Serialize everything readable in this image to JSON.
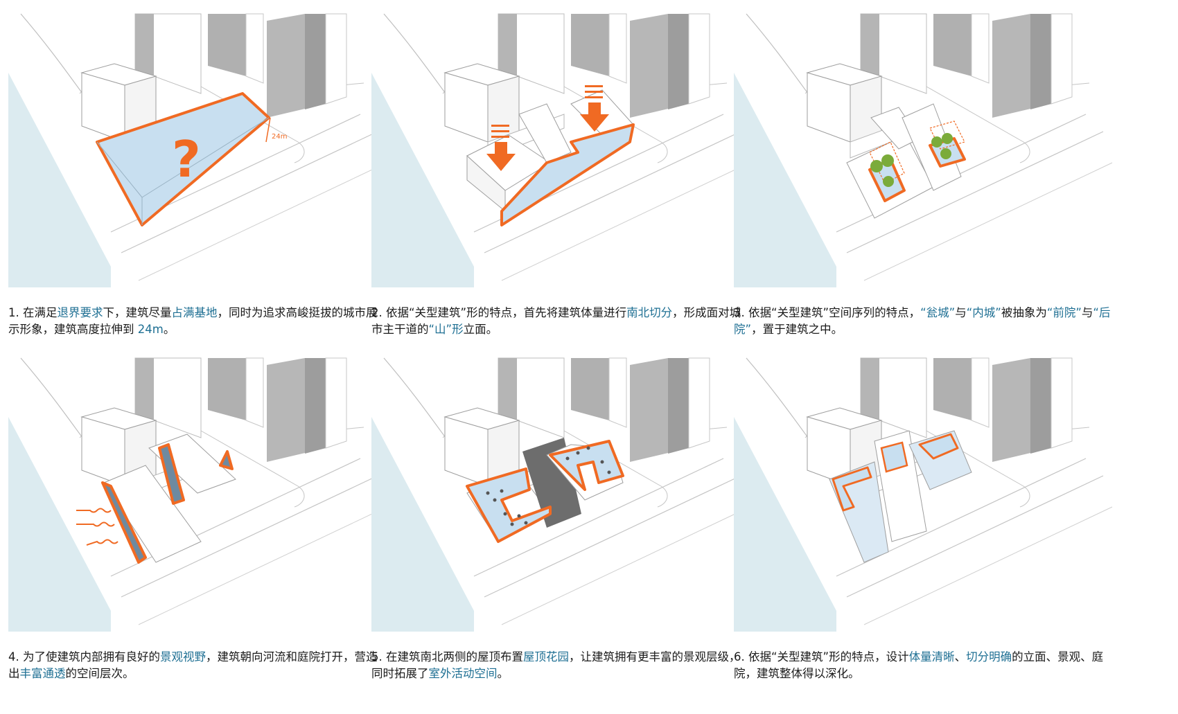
{
  "colors": {
    "accent": "#f06a23",
    "highlight_text": "#1e6f93",
    "river": "#dcebf0",
    "volume": "#c8dff0",
    "tower": "#aaaaaa",
    "tree": "#7bab3a"
  },
  "panels": [
    {
      "marks": {
        "question": "?",
        "height": "24m"
      },
      "caption": [
        {
          "t": "1. 在满足",
          "h": false
        },
        {
          "t": "退界要求",
          "h": true
        },
        {
          "t": "下，建筑尽量",
          "h": false
        },
        {
          "t": "占满基地",
          "h": true
        },
        {
          "t": "，同时为追求高峻挺拔的城市展示形象，建筑高度拉伸到 ",
          "h": false
        },
        {
          "t": "24m",
          "h": true
        },
        {
          "t": "。",
          "h": false
        }
      ]
    },
    {
      "caption": [
        {
          "t": "2. 依据“关型建筑”形的特点，首先将建筑体量进行",
          "h": false
        },
        {
          "t": "南北切分",
          "h": true
        },
        {
          "t": "，形成面对城市主干道的",
          "h": false
        },
        {
          "t": "“山”形",
          "h": true
        },
        {
          "t": "立面。",
          "h": false
        }
      ]
    },
    {
      "caption": [
        {
          "t": "3. 依据“关型建筑”空间序列的特点，",
          "h": false
        },
        {
          "t": "“瓮城”",
          "h": true
        },
        {
          "t": "与",
          "h": false
        },
        {
          "t": "“内城”",
          "h": true
        },
        {
          "t": "被抽象为",
          "h": false
        },
        {
          "t": "“前院”",
          "h": true
        },
        {
          "t": "与",
          "h": false
        },
        {
          "t": "“后院”",
          "h": true
        },
        {
          "t": "，置于建筑之中。",
          "h": false
        }
      ]
    },
    {
      "caption": [
        {
          "t": "4. 为了使建筑内部拥有良好的",
          "h": false
        },
        {
          "t": "景观视野",
          "h": true
        },
        {
          "t": "，建筑朝向河流和庭院打开，营造出",
          "h": false
        },
        {
          "t": "丰富通透",
          "h": true
        },
        {
          "t": "的空间层次。",
          "h": false
        }
      ]
    },
    {
      "caption": [
        {
          "t": "5. 在建筑南北两侧的屋顶布置",
          "h": false
        },
        {
          "t": "屋顶花园",
          "h": true
        },
        {
          "t": "，让建筑拥有更丰富的景观层级，同时拓展了",
          "h": false
        },
        {
          "t": "室外活动空间",
          "h": true
        },
        {
          "t": "。",
          "h": false
        }
      ]
    },
    {
      "caption": [
        {
          "t": "6. 依据“关型建筑”形的特点，设计",
          "h": false
        },
        {
          "t": "体量清晰",
          "h": true
        },
        {
          "t": "、",
          "h": false
        },
        {
          "t": "切分明确",
          "h": true
        },
        {
          "t": "的立面、景观、庭院，建筑整体得以深化。",
          "h": false
        }
      ]
    }
  ]
}
